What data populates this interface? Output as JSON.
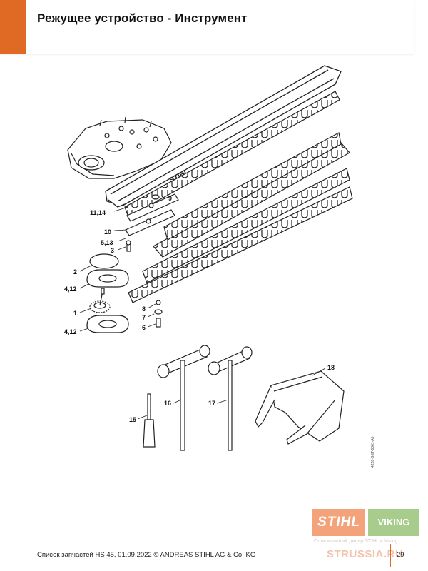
{
  "header": {
    "title": "Режущее устройство - Инструмент",
    "accent_color": "#e06a24"
  },
  "drawing": {
    "brand_mark": "STIHL",
    "callouts": [
      "9",
      "11,14",
      "10",
      "5,13",
      "3",
      "2",
      "4,12",
      "1",
      "8",
      "7",
      "6",
      "4,12",
      "18",
      "16",
      "17",
      "15"
    ],
    "doc_code": "4228-GET-0061-A0"
  },
  "footer": {
    "text": "Список запчастей HS 45, 01.09.2022 © ANDREAS STIHL AG & Co. KG",
    "page_number": "29"
  },
  "dealer": {
    "logo_stihl": "STIHL",
    "logo_viking": "VIKING",
    "caption": "Официальный дилер STIHL и Viking",
    "watermark": "STRUSSIA.RU"
  }
}
